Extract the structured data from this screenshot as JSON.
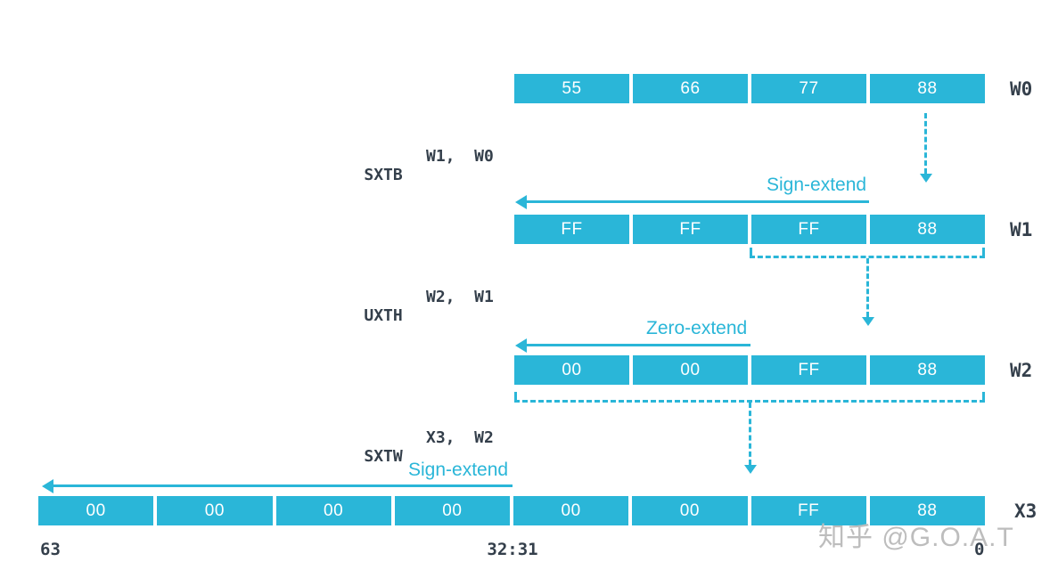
{
  "theme": {
    "accent": "#2ab6d8",
    "ink": "#343f4b",
    "cell-text": "#ffffff",
    "watermark": "#bdbdbd",
    "bg": "#ffffff"
  },
  "registers": [
    {
      "name": "W0",
      "cells": [
        "55",
        "66",
        "77",
        "88"
      ]
    },
    {
      "name": "W1",
      "cells": [
        "FF",
        "FF",
        "FF",
        "88"
      ]
    },
    {
      "name": "W2",
      "cells": [
        "00",
        "00",
        "FF",
        "88"
      ]
    },
    {
      "name": "X3",
      "cells": [
        "00",
        "00",
        "00",
        "00",
        "00",
        "00",
        "FF",
        "88"
      ]
    }
  ],
  "instructions": [
    {
      "mnemonic": "SXTB",
      "operands": "W1,  W0"
    },
    {
      "mnemonic": "UXTH",
      "operands": "W2,  W1"
    },
    {
      "mnemonic": "SXTW",
      "operands": "X3,  W2"
    }
  ],
  "annotations": {
    "sign_extend_w1": "Sign-extend",
    "zero_extend_w2": "Zero-extend",
    "sign_extend_x3": "Sign-extend"
  },
  "bit_labels": {
    "msb": "63",
    "mid": "32:31",
    "lsb": "0"
  },
  "watermark": "知乎 @G.O.A.T"
}
